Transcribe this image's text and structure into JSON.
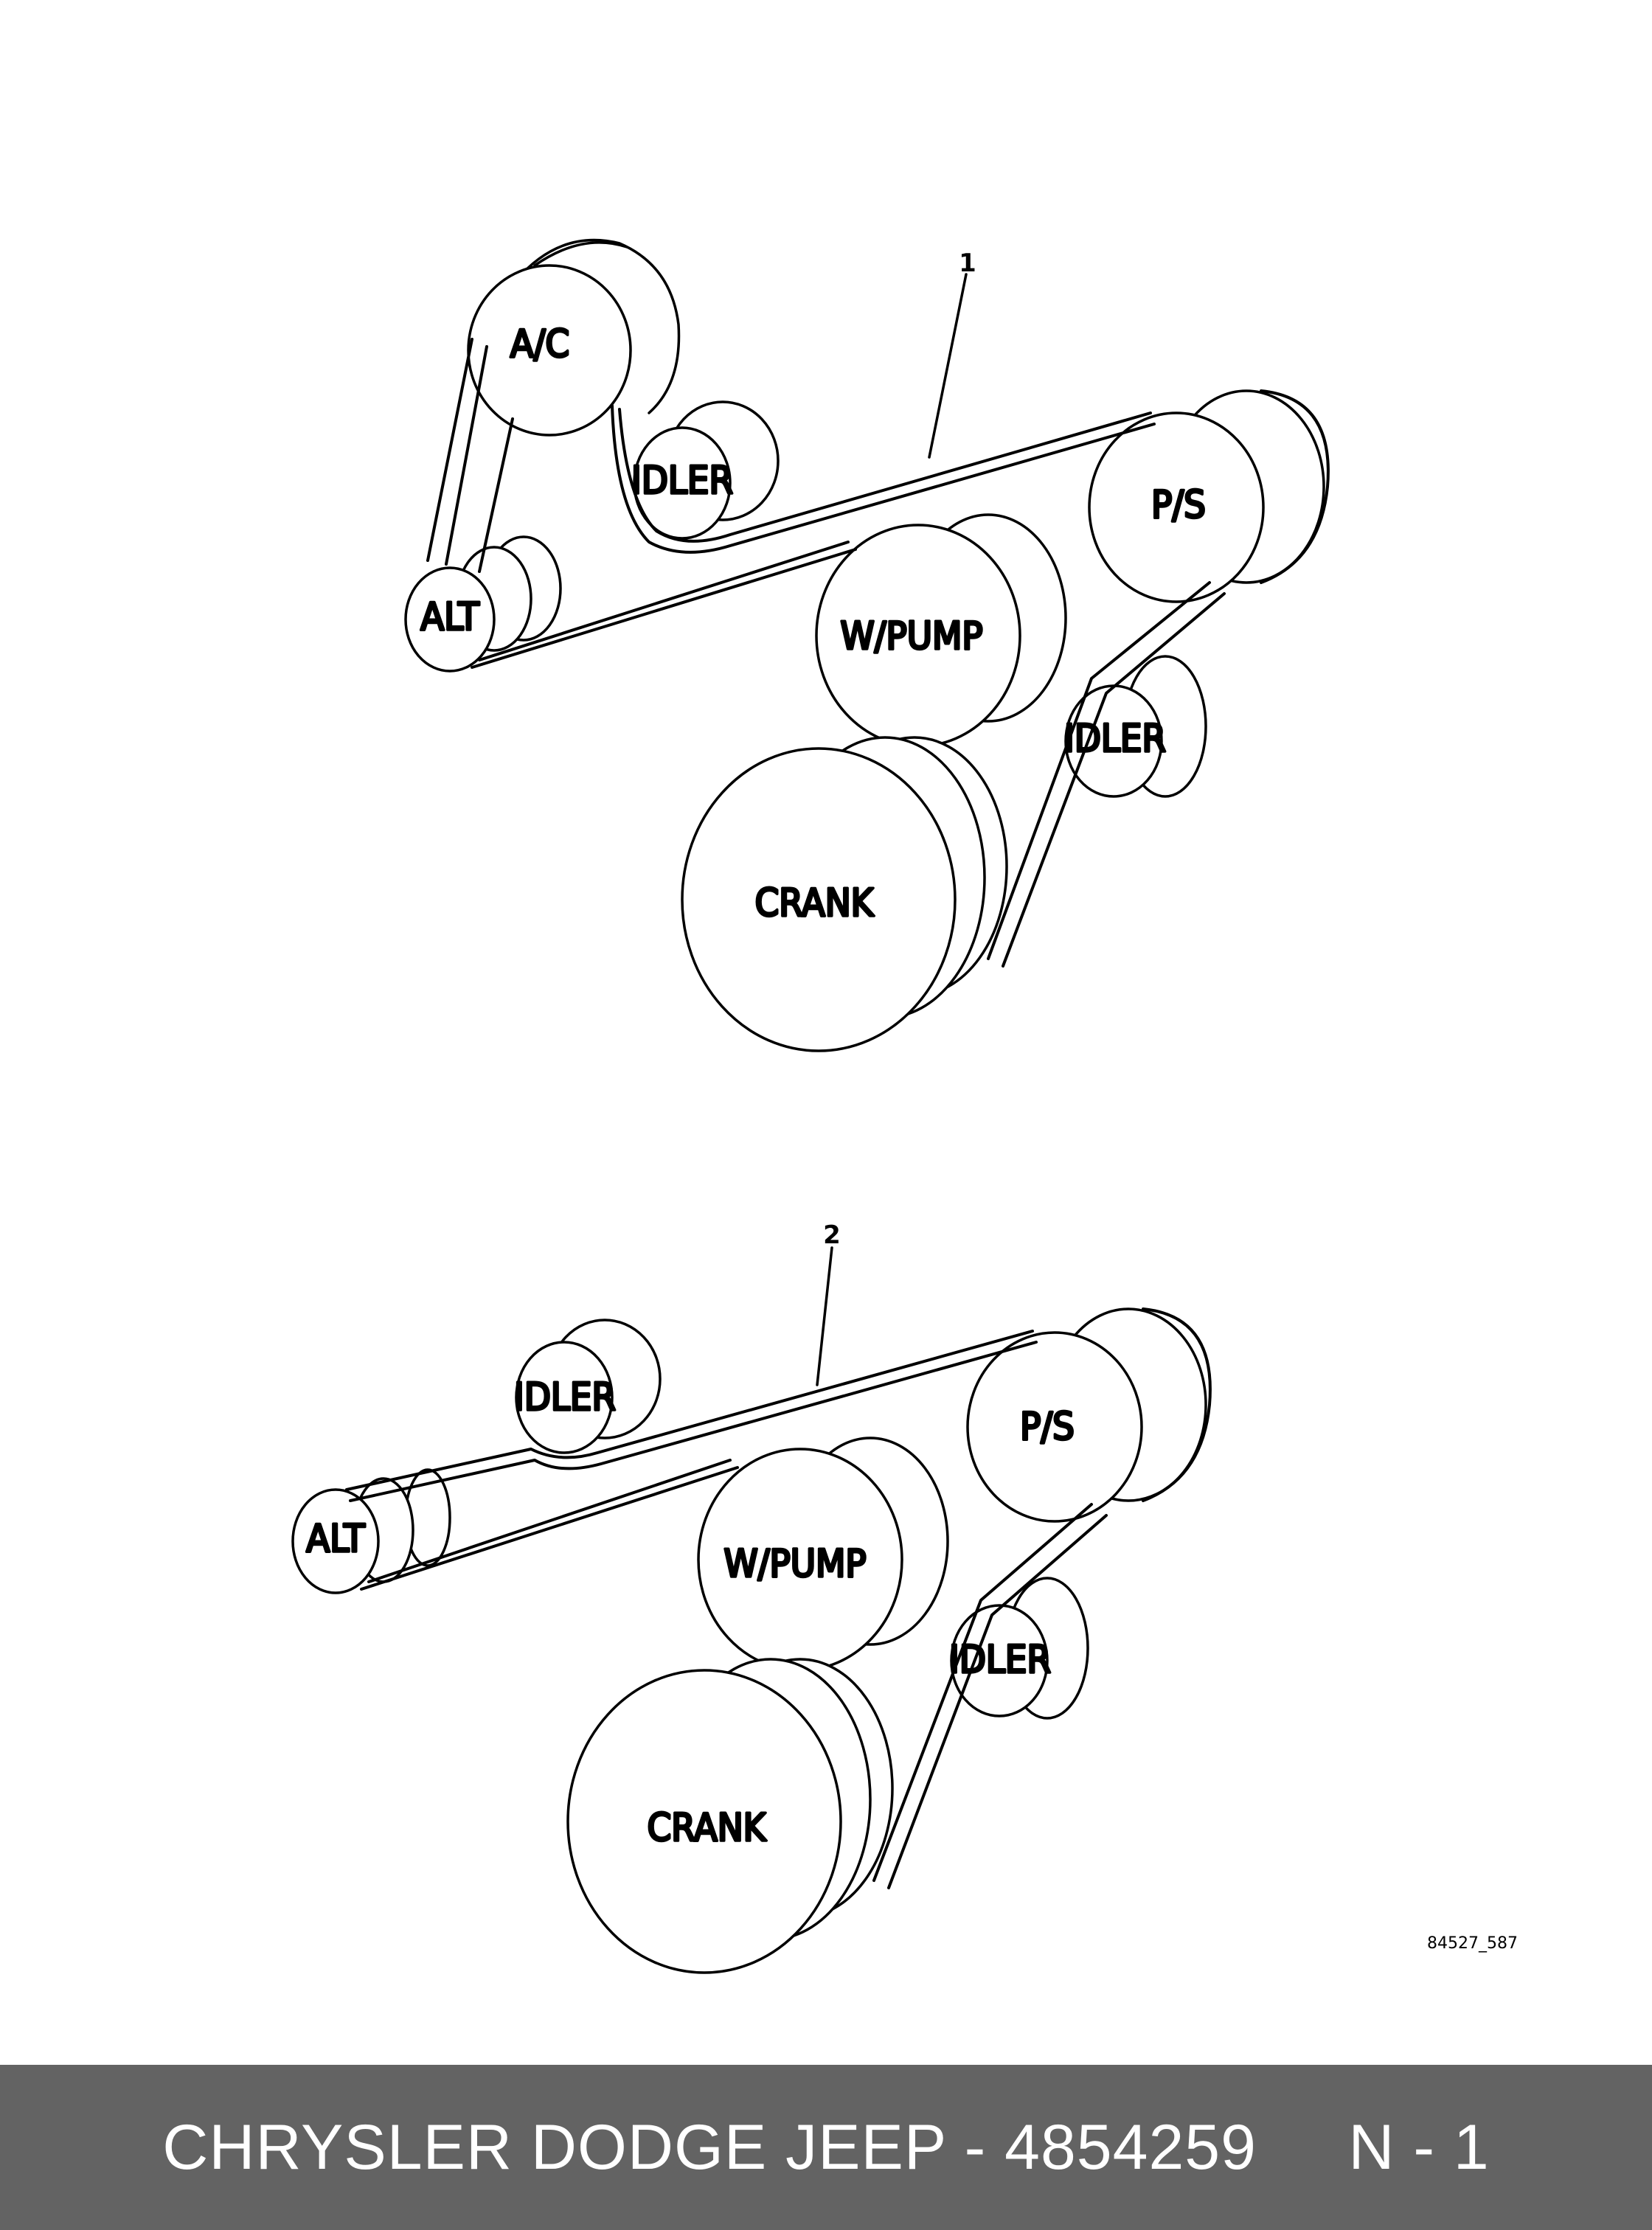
{
  "diagram_top": {
    "callout": "1",
    "labels": {
      "ac": "A/C",
      "idler_upper": "IDLER",
      "ps": "P/S",
      "alt": "ALT",
      "wpump": "W/PUMP",
      "idler_lower": "IDLER",
      "crank": "CRANK"
    }
  },
  "diagram_bottom": {
    "callout": "2",
    "labels": {
      "idler_upper": "IDLER",
      "ps": "P/S",
      "alt": "ALT",
      "wpump": "W/PUMP",
      "idler_lower": "IDLER",
      "crank": "CRANK"
    },
    "ref_code": "84527_587"
  },
  "footer": {
    "title": "CHRYSLER DODGE JEEP - 4854259     N - 1"
  }
}
